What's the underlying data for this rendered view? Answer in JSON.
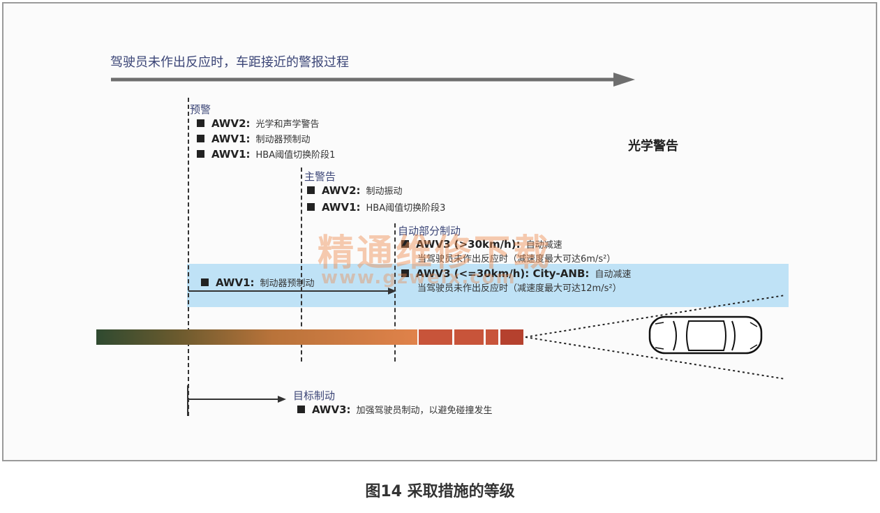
{
  "diagram": {
    "top_arrow_label": "驾驶员未作出反应时，车距接近的警报过程",
    "optical_warning_label": "光学警告",
    "stages": {
      "prewarning": {
        "title": "预警",
        "items": [
          {
            "code": "AWV2:",
            "desc": "光学和声学警告"
          },
          {
            "code": "AWV1:",
            "desc": "制动器预制动"
          },
          {
            "code": "AWV1:",
            "desc": "HBA阈值切换阶段1"
          }
        ]
      },
      "main_warning": {
        "title": "主警告",
        "items": [
          {
            "code": "AWV2:",
            "desc": "制动振动"
          },
          {
            "code": "AWV1:",
            "desc": "HBA阈值切换阶段3"
          }
        ]
      },
      "auto_partial_braking": {
        "title": "自动部分制动",
        "items": [
          {
            "code": "AWV3 (>30km/h):",
            "desc": "自动减速",
            "sub": "当驾驶员未作出反应时（减速度最大可达6m/s²）"
          },
          {
            "code": "AWV3 (<=30km/h): City-ANB:",
            "desc": "自动减速",
            "sub": "当驾驶员未作出反应时（减速度最大可达12m/s²）"
          }
        ]
      },
      "band_item": {
        "code": "AWV1:",
        "desc": "制动器预制动"
      },
      "target_braking": {
        "title": "目标制动",
        "items": [
          {
            "code": "AWV3:",
            "desc": "加强驾驶员制动，以避免碰撞发生"
          }
        ]
      }
    },
    "watermark": {
      "text": "精通维修下载",
      "url": "www.gzweix.com"
    },
    "caption": "图14  采取措施的等级",
    "colors": {
      "blue_band": "#bfe2f6",
      "stage_title": "#3a4476",
      "bar_start": "#2f4a30",
      "bar_end": "#c8543a"
    }
  }
}
